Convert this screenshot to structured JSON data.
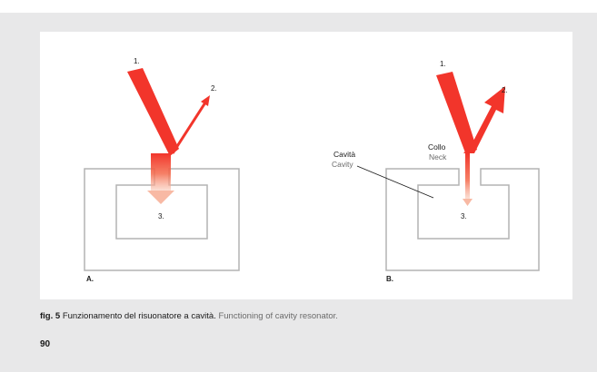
{
  "diagram": {
    "panel_a": {
      "letter": "A.",
      "label_1": "1.",
      "label_2": "2.",
      "label_3": "3."
    },
    "panel_b": {
      "letter": "B.",
      "label_1": "1.",
      "label_2": "2.",
      "label_3": "3.",
      "collo_it": "Collo",
      "collo_en": "Neck",
      "cavita_it": "Cavità",
      "cavita_en": "Cavity"
    },
    "colors": {
      "arrow_red": "#f2352b",
      "outline_gray": "#b3b3b3",
      "english_gray": "#6b6b6b"
    }
  },
  "caption": {
    "fig_label": "fig. 5",
    "italian": "Funzionamento del risuonatore a cavità.",
    "english": "Functioning of cavity resonator."
  },
  "page_number": "90"
}
